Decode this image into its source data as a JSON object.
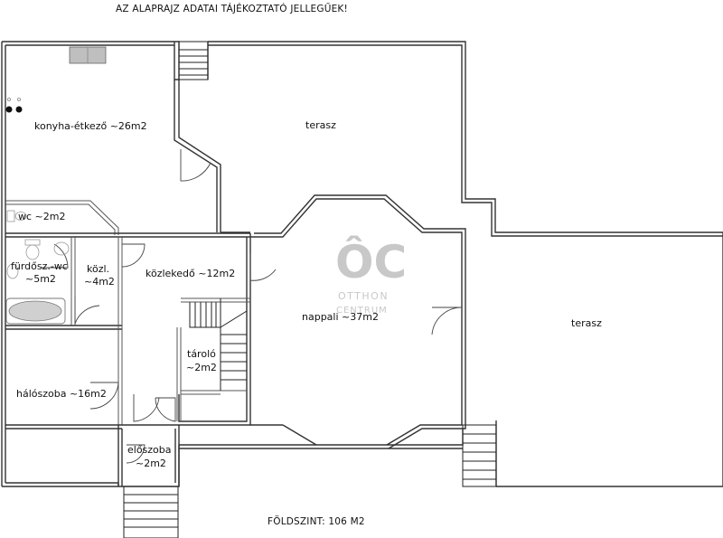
{
  "header": {
    "disclaimer": "AZ ALAPRAJZ ADATAI TÁJÉKOZTATÓ JELLEGŰEK!"
  },
  "footer": {
    "floor_area": "FÖLDSZINT: 106 M2"
  },
  "watermark": {
    "logo": "ÔC",
    "line1": "OTTHON",
    "line2": "CENTRUM",
    "color": "#c8c8c8"
  },
  "rooms": {
    "konyha": "konyha-étkező ~26m2",
    "terasz_top": "terasz",
    "wc": "wc ~2m2",
    "furdo_1": "fürdősz.-wc",
    "furdo_2": "~5m2",
    "kozl_1": "közl.",
    "kozl_2": "~4m2",
    "kozlekedo": "közlekedő ~12m2",
    "nappali": "nappali ~37m2",
    "terasz_right": "terasz",
    "tarolo_1": "tároló",
    "tarolo_2": "~2m2",
    "haloszoba": "hálószoba ~16m2",
    "eloszoba_1": "előszoba",
    "eloszoba_2": "~2m2"
  }
}
